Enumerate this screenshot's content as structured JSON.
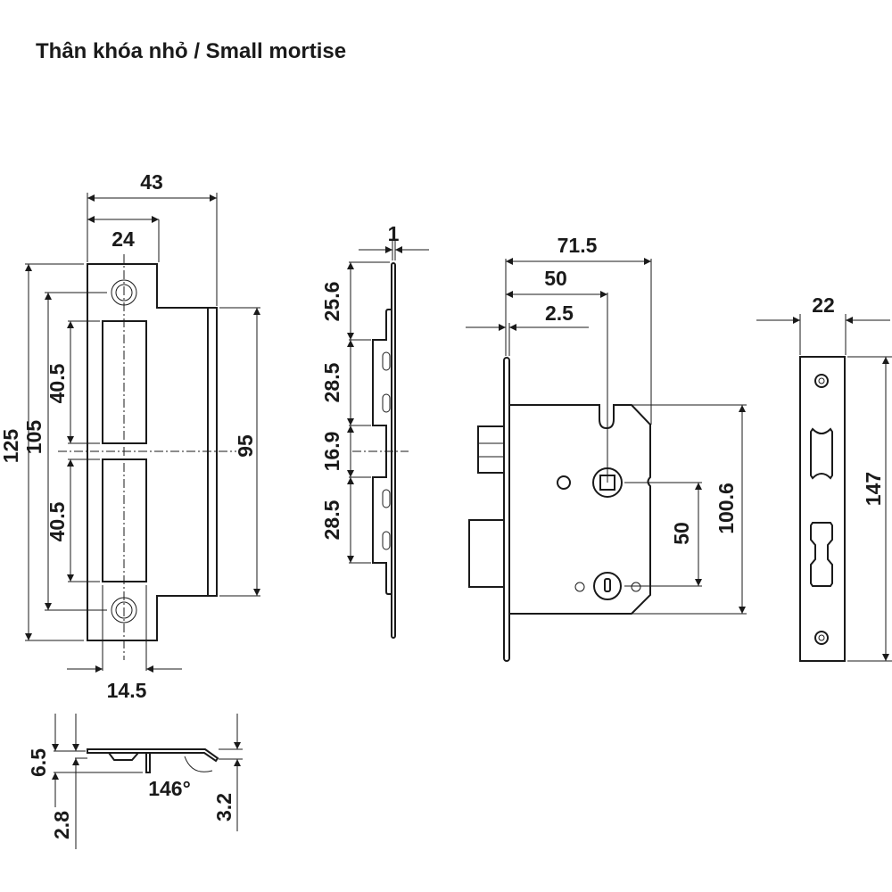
{
  "title": "Thân khóa nhỏ / Small mortise",
  "strike_plate": {
    "width_total": "43",
    "width_upper": "24",
    "height_total": "125",
    "screw_spacing": "105",
    "slot_upper": "40.5",
    "slot_lower": "40.5",
    "lip_height": "95",
    "slot_width": "14.5"
  },
  "strike_profile": {
    "thickness": "6.5",
    "lip_offset": "2.8",
    "bend_angle": "146°",
    "bend_depth": "3.2"
  },
  "side_view": {
    "plate_thickness": "1",
    "top_offset": "25.6",
    "latch_height": "28.5",
    "gap": "16.9",
    "bolt_height": "28.5"
  },
  "lock_body": {
    "depth_total": "71.5",
    "backset": "50",
    "faceplate_thickness": "2.5",
    "centre_distance": "50",
    "case_height": "100.6"
  },
  "faceplate": {
    "width": "22",
    "height": "147"
  }
}
